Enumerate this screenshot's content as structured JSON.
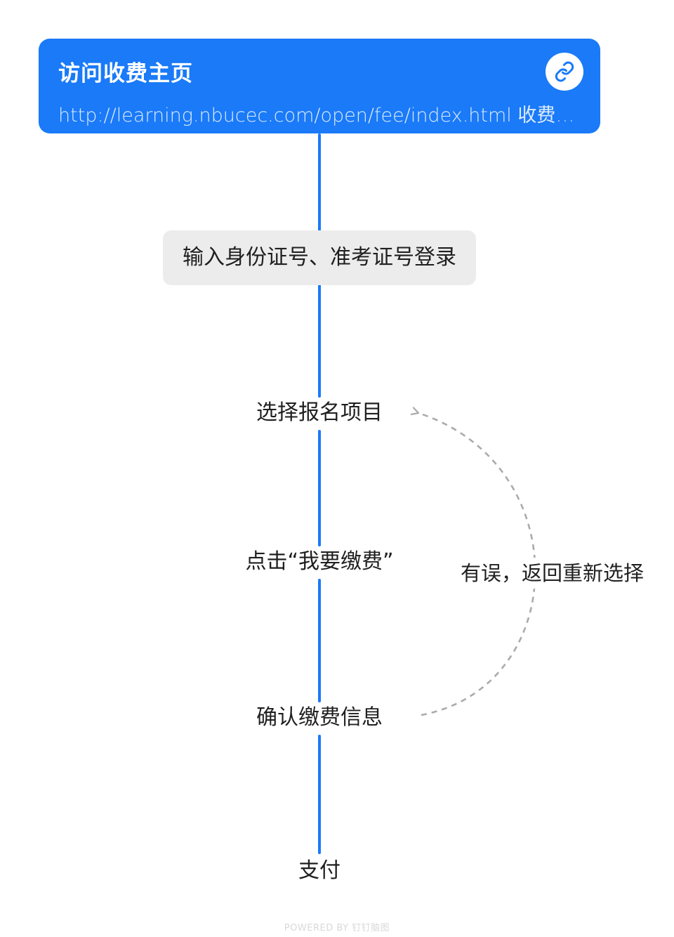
{
  "colors": {
    "primary": "#1a7af8",
    "node_bg": "#ececec",
    "dash": "#ababab",
    "text": "#1f1f1f",
    "watermark": "#d9d9d9"
  },
  "root_node": {
    "title": "访问收费主页",
    "url": "http://learning.nbucec.com/open/fee/index.html 收费…",
    "icon": "link-icon"
  },
  "nodes": [
    {
      "label": "输入身份证号、准考证号登录",
      "style": "boxed"
    },
    {
      "label": "选择报名项目",
      "style": "plain"
    },
    {
      "label": "点击“我要缴费”",
      "style": "plain"
    },
    {
      "label": "确认缴费信息",
      "style": "plain"
    },
    {
      "label": "支付",
      "style": "plain"
    }
  ],
  "back_edge": {
    "label": "有误，返回重新选择",
    "from": "确认缴费信息",
    "to": "选择报名项目"
  },
  "footer": {
    "watermark": "POWERED BY 钉钉脑图"
  }
}
